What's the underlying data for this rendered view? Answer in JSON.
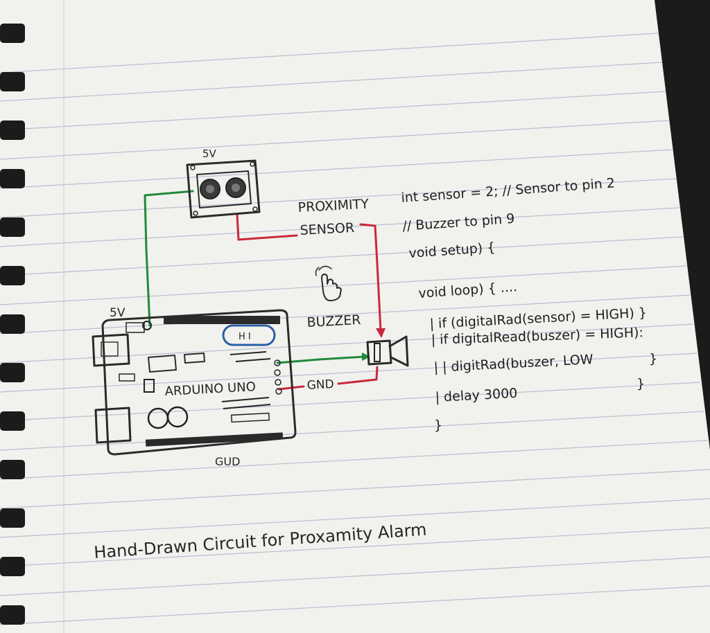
{
  "labels": {
    "sensor_5v": "5V",
    "board_5v": "5V",
    "proximity": "PROXIMITY",
    "sensor": "SENSOR",
    "buzzer": "BUZZER",
    "gnd_right": "GND",
    "arduino": "ARDUINO UNO",
    "gnd_bottom": "GUD",
    "chip": "H I"
  },
  "code": {
    "line1": "int sensor = 2; // Sensor to pin 2",
    "line2": "// Buzzer to pin 9",
    "line3": "void setup) {",
    "line4": "void loop) { ....",
    "line5": "| if (digitalRad(sensor) = HIGH) }",
    "line6": "|     if digitalRead(buszer) = HIGH):",
    "line7": "|  |  digitRad(buszer, LOW",
    "line7_brace": "}",
    "line8": "|  delay 3000",
    "line8_brace": "}",
    "line9": "}"
  },
  "caption": "Hand-Drawn Circuit for Proxamity Alarm",
  "colors": {
    "paper": "#f1f1ee",
    "ruled_line": "#a9b8c9",
    "wire_green": "#1f8a3a",
    "wire_red": "#c8283a",
    "usb_blue": "#2a5ea8",
    "ink": "#2a2a2a"
  },
  "icons": {
    "hand": "pointer-hand-icon",
    "binding": "spiral-binding"
  }
}
